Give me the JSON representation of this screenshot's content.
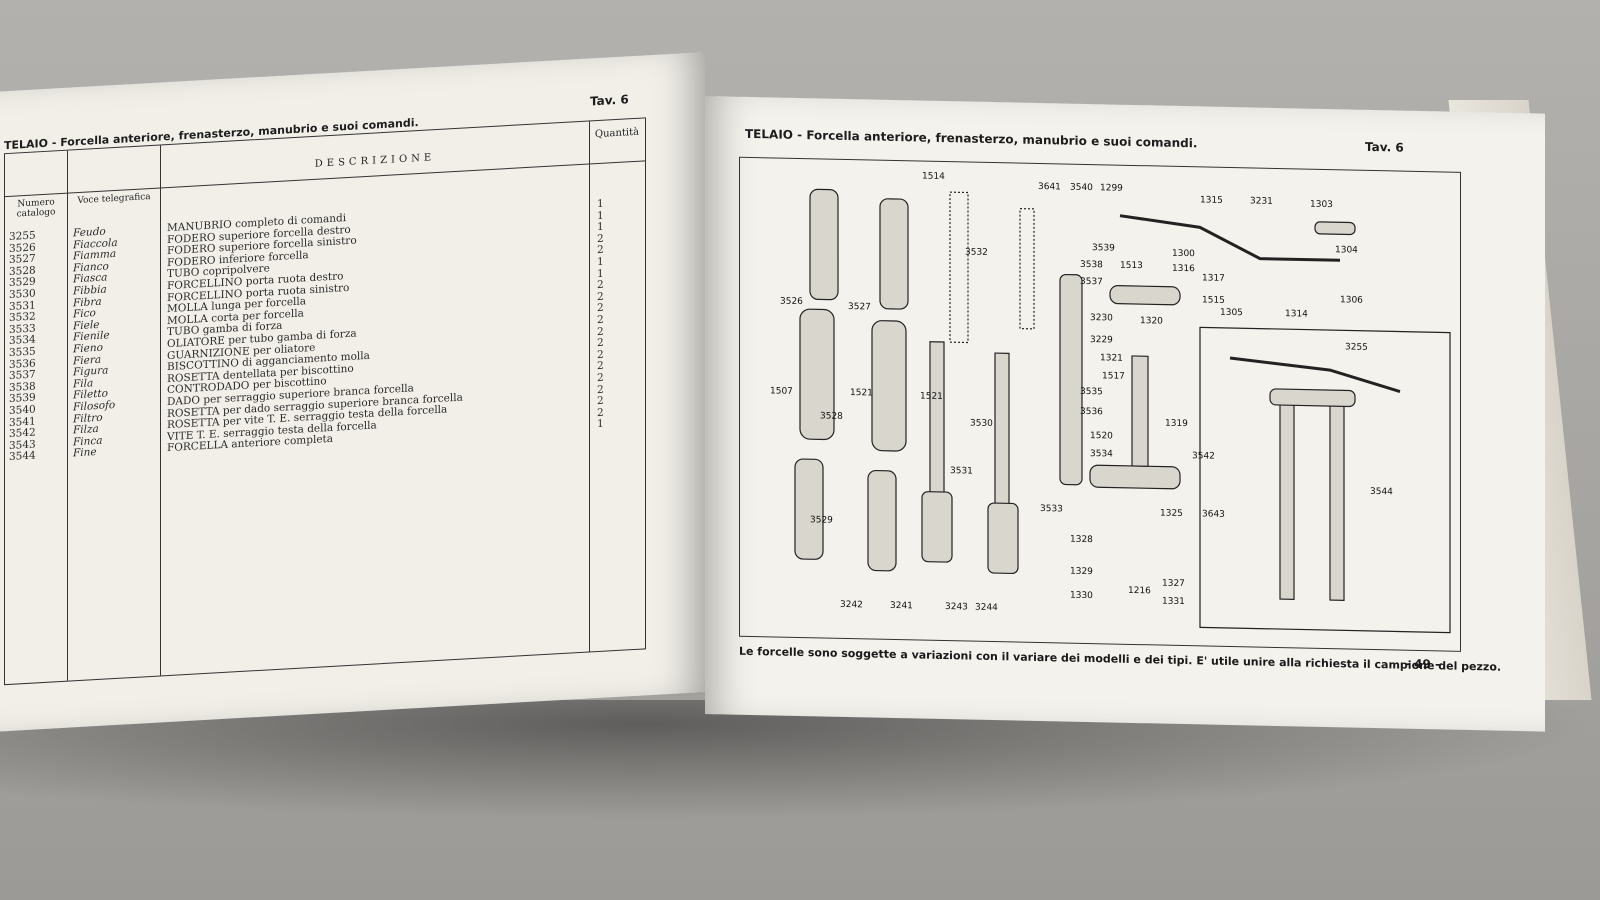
{
  "left_page": {
    "tav": "Tav. 6",
    "title": "TELAIO - Forcella anteriore, frenasterzo, manubrio e suoi comandi.",
    "headers": {
      "numero": "Numero catalogo",
      "voce": "Voce telegrafica",
      "descrizione": "DESCRIZIONE",
      "quantita": "Quantità"
    },
    "rows": [
      {
        "num": "3255",
        "voce": "Feudo",
        "desc": "MANUBRIO completo di comandi",
        "qty": "1"
      },
      {
        "num": "3526",
        "voce": "Fiaccola",
        "desc": "FODERO superiore forcella destro",
        "qty": "1"
      },
      {
        "num": "3527",
        "voce": "Fiamma",
        "desc": "FODERO superiore forcella sinistro",
        "qty": "1"
      },
      {
        "num": "3528",
        "voce": "Fianco",
        "desc": "FODERO inferiore forcella",
        "qty": "2"
      },
      {
        "num": "3529",
        "voce": "Fiasca",
        "desc": "TUBO copripolvere",
        "qty": "2"
      },
      {
        "num": "3530",
        "voce": "Fibbia",
        "desc": "FORCELLINO porta ruota destro",
        "qty": "1"
      },
      {
        "num": "3531",
        "voce": "Fibra",
        "desc": "FORCELLINO porta ruota sinistro",
        "qty": "1"
      },
      {
        "num": "3532",
        "voce": "Fico",
        "desc": "MOLLA lunga per forcella",
        "qty": "2"
      },
      {
        "num": "3533",
        "voce": "Fiele",
        "desc": "MOLLA corta per forcella",
        "qty": "2"
      },
      {
        "num": "3534",
        "voce": "Fienile",
        "desc": "TUBO gamba di forza",
        "qty": "2"
      },
      {
        "num": "3535",
        "voce": "Fieno",
        "desc": "OLIATORE per tubo gamba di forza",
        "qty": "2"
      },
      {
        "num": "3536",
        "voce": "Fiera",
        "desc": "GUARNIZIONE per oliatore",
        "qty": "2"
      },
      {
        "num": "3537",
        "voce": "Figura",
        "desc": "BISCOTTINO di agganciamento molla",
        "qty": "2"
      },
      {
        "num": "3538",
        "voce": "Fila",
        "desc": "ROSETTA dentellata per biscottino",
        "qty": "2"
      },
      {
        "num": "3539",
        "voce": "Filetto",
        "desc": "CONTRODADO per biscottino",
        "qty": "2"
      },
      {
        "num": "3540",
        "voce": "Filosofo",
        "desc": "DADO per serraggio superiore branca forcella",
        "qty": "2"
      },
      {
        "num": "3541",
        "voce": "Filtro",
        "desc": "ROSETTA per dado serraggio superiore branca forcella",
        "qty": "2"
      },
      {
        "num": "3542",
        "voce": "Filza",
        "desc": "ROSETTA per vite T. E. serraggio testa della forcella",
        "qty": "2"
      },
      {
        "num": "3543",
        "voce": "Finca",
        "desc": "VITE T. E. serraggio testa della forcella",
        "qty": "2"
      },
      {
        "num": "3544",
        "voce": "Fine",
        "desc": "FORCELLA anteriore completa",
        "qty": "1"
      }
    ]
  },
  "right_page": {
    "title": "TELAIO - Forcella anteriore, frenasterzo, manubrio e suoi comandi.",
    "tav": "Tav. 6",
    "callouts": [
      "1514",
      "3641",
      "3540",
      "1299",
      "1315",
      "3231",
      "1303",
      "3532",
      "3539",
      "1300",
      "1304",
      "3538",
      "1513",
      "1316",
      "3537",
      "1317",
      "3526",
      "3527",
      "1515",
      "1305",
      "1314",
      "1306",
      "3230",
      "1320",
      "3255",
      "3229",
      "1321",
      "1517",
      "1507",
      "1521",
      "1521",
      "3535",
      "3528",
      "3536",
      "1319",
      "3530",
      "1520",
      "3534",
      "3542",
      "3531",
      "3544",
      "3533",
      "1325",
      "3643",
      "3529",
      "1328",
      "1329",
      "1327",
      "1216",
      "1330",
      "1331",
      "3242",
      "3241",
      "3243",
      "3244"
    ],
    "footer": "Le forcelle sono soggette a variazioni con il variare dei modelli e dei tipi. E' utile unire alla richiesta il campione del pezzo.",
    "page_number": "- 49 -"
  }
}
